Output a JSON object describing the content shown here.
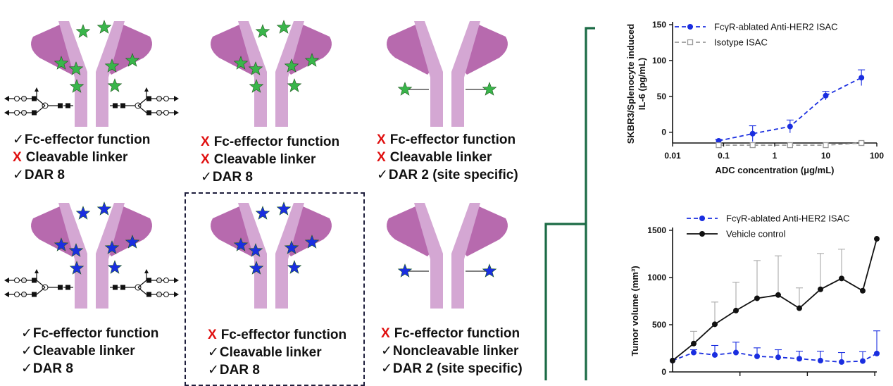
{
  "panels": [
    {
      "id": "top-wt-cleavable",
      "star_color": "#39b54a",
      "star_layout": "dar8",
      "fc_glycans": true,
      "features": [
        {
          "mark": "✓",
          "label": "Fc-effector function"
        },
        {
          "mark": "X",
          "label": "Cleavable linker"
        },
        {
          "mark": "✓",
          "label": "DAR 8"
        }
      ]
    },
    {
      "id": "top-ablated-dar8",
      "star_color": "#39b54a",
      "star_layout": "dar8",
      "fc_glycans": false,
      "features": [
        {
          "mark": "X",
          "label": "Fc-effector function"
        },
        {
          "mark": "X",
          "label": "Cleavable linker"
        },
        {
          "mark": "✓",
          "label": "DAR 8"
        }
      ]
    },
    {
      "id": "top-ablated-dar2",
      "star_color": "#39b54a",
      "star_layout": "dar2",
      "fc_glycans": false,
      "features": [
        {
          "mark": "X",
          "label": "Fc-effector function"
        },
        {
          "mark": "X",
          "label": "Cleavable linker"
        },
        {
          "mark": "✓",
          "label": "DAR 2 (site specific)"
        }
      ]
    },
    {
      "id": "bottom-wt-cleavable",
      "star_color": "#1a2ee0",
      "star_layout": "dar8",
      "fc_glycans": true,
      "features": [
        {
          "mark": "✓",
          "label": "Fc-effector function"
        },
        {
          "mark": "✓",
          "label": "Cleavable linker"
        },
        {
          "mark": "✓",
          "label": "DAR 8"
        }
      ]
    },
    {
      "id": "bottom-ablated-dar8",
      "star_color": "#1a2ee0",
      "star_layout": "dar8",
      "fc_glycans": false,
      "highlighted": true,
      "features": [
        {
          "mark": "X",
          "label": "Fc-effector function"
        },
        {
          "mark": "✓",
          "label": "Cleavable linker"
        },
        {
          "mark": "✓",
          "label": "DAR 8"
        }
      ]
    },
    {
      "id": "bottom-ablated-dar2",
      "star_color": "#1a2ee0",
      "star_layout": "dar2",
      "fc_glycans": false,
      "features": [
        {
          "mark": "X",
          "label": "Fc-effector function"
        },
        {
          "mark": "✓",
          "label": "Noncleavable linker"
        },
        {
          "mark": "✓",
          "label": "DAR 2 (site specific)"
        }
      ]
    }
  ],
  "colors": {
    "antibody_light": "#d4a7d3",
    "antibody_dark": "#b76aae",
    "green_star": "#39b54a",
    "blue_star": "#1a2ee0",
    "x_mark": "#e01010",
    "bracket": "#1b6b45",
    "highlight_box": "#1e1e3c",
    "anti_her2_series": "#1a2ee0",
    "isotype_series": "#999999",
    "vehicle_series": "#111111"
  },
  "chart_data": [
    {
      "type": "line",
      "title": "",
      "xlabel": "ADC concentration (μg/mL)",
      "ylabel_lines": [
        "SKBR3/Splenocyte induced",
        "IL-6 (pg/mL)"
      ],
      "x_scale": "log",
      "xlim": [
        0.01,
        100
      ],
      "ylim": [
        -15,
        150
      ],
      "x_ticks": [
        {
          "value": 0.01,
          "label": "0.01"
        },
        {
          "value": 0.1,
          "label": "0.1"
        },
        {
          "value": 1,
          "label": "1"
        },
        {
          "value": 10,
          "label": "10"
        },
        {
          "value": 100,
          "label": "100"
        }
      ],
      "y_ticks": [
        {
          "value": 0,
          "label": "0"
        },
        {
          "value": 50,
          "label": "50"
        },
        {
          "value": 100,
          "label": "100"
        },
        {
          "value": 150,
          "label": "150"
        }
      ],
      "legend_position": "top-right",
      "series": [
        {
          "name": "FcγR-ablated Anti-HER2 ISAC",
          "style": "dashed",
          "marker": "circle",
          "color": "#1a2ee0",
          "x": [
            0.08,
            0.37,
            2.0,
            10,
            50
          ],
          "y": [
            -12,
            -2,
            8,
            51,
            76
          ],
          "err": [
            2,
            11,
            9,
            6,
            11
          ]
        },
        {
          "name": "Isotype ISAC",
          "style": "dashed",
          "marker": "open-square",
          "color": "#999999",
          "x": [
            0.08,
            0.37,
            2.0,
            10,
            50
          ],
          "y": [
            -18,
            -18,
            -18,
            -18,
            -15
          ],
          "err": [
            0,
            0,
            0,
            0,
            1
          ]
        }
      ]
    },
    {
      "type": "line",
      "title": "",
      "xlabel": "",
      "ylabel_lines": [
        "Tumor volume  (mm³)"
      ],
      "xlim": [
        0,
        29
      ],
      "ylim": [
        0,
        1500
      ],
      "y_ticks": [
        {
          "value": 0,
          "label": "0"
        },
        {
          "value": 500,
          "label": "500"
        },
        {
          "value": 1000,
          "label": "1000"
        },
        {
          "value": 1500,
          "label": "1500"
        }
      ],
      "legend_position": "top-left",
      "series": [
        {
          "name": "FcγR-ablated Anti-HER2 ISAC",
          "style": "dashed",
          "marker": "circle",
          "color": "#1a2ee0",
          "x": [
            0,
            3,
            6,
            9,
            12,
            15,
            18,
            21,
            24,
            27,
            29
          ],
          "y": [
            120,
            205,
            180,
            205,
            165,
            155,
            140,
            120,
            105,
            115,
            195
          ],
          "err": [
            0,
            30,
            100,
            110,
            90,
            80,
            80,
            100,
            100,
            100,
            240
          ]
        },
        {
          "name": "Vehicle control",
          "style": "solid",
          "marker": "circle",
          "color": "#111111",
          "x": [
            0,
            3,
            6,
            9,
            12,
            15,
            18,
            21,
            24,
            27,
            29
          ],
          "y": [
            120,
            300,
            505,
            650,
            780,
            815,
            675,
            875,
            990,
            860,
            1410
          ],
          "err": [
            0,
            130,
            235,
            300,
            400,
            415,
            215,
            380,
            310,
            0,
            0
          ]
        }
      ]
    }
  ]
}
